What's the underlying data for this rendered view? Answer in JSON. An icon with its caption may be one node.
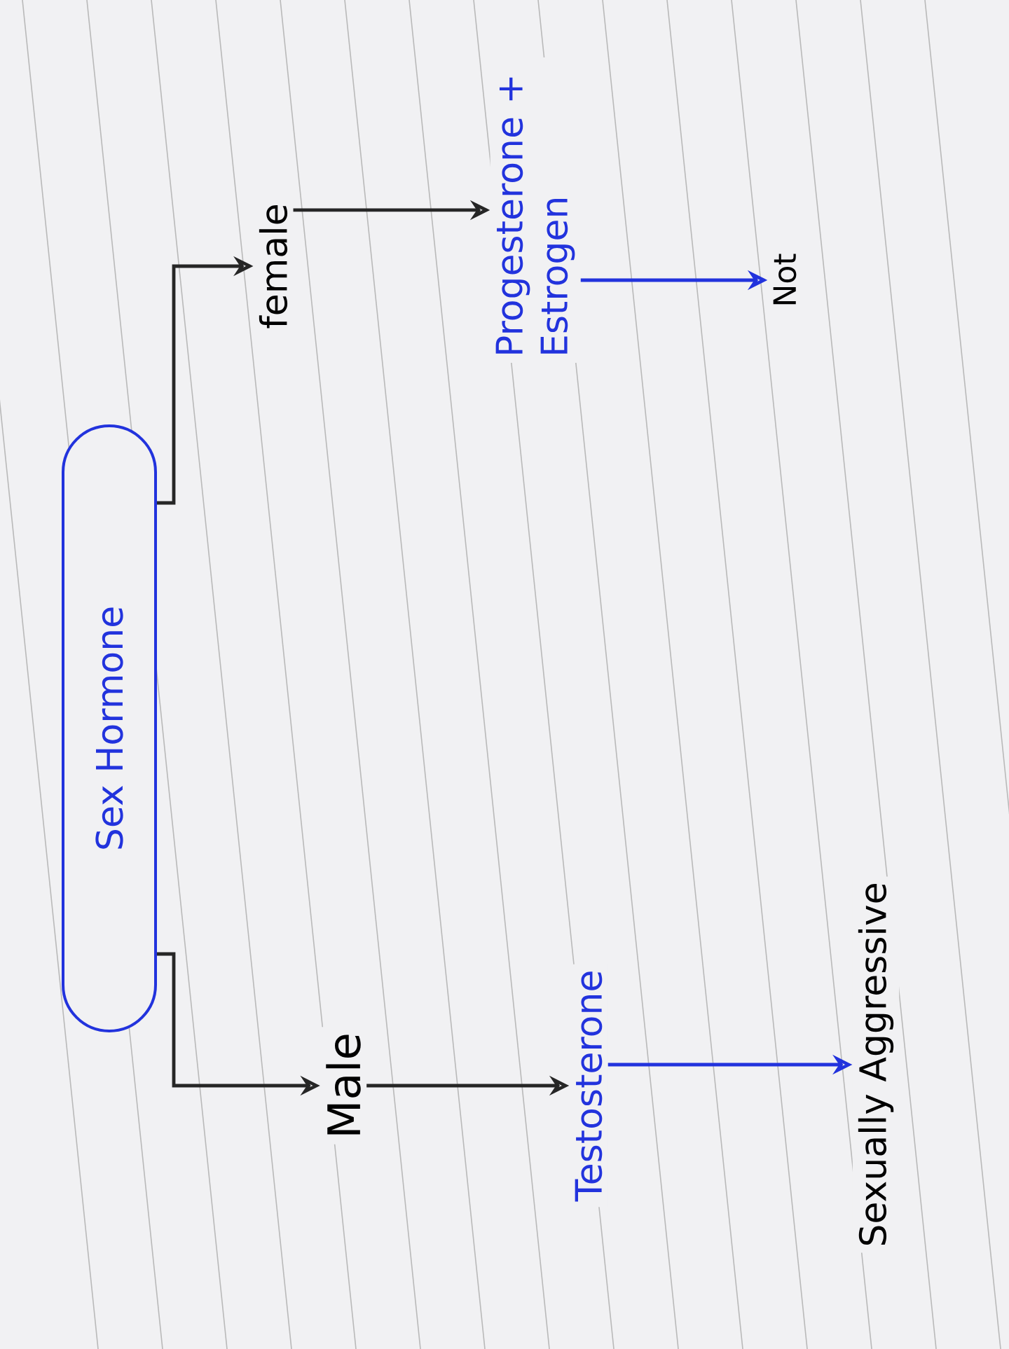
{
  "diagram": {
    "nodes": [
      {
        "text": [
          "Sex Hormone"
        ]
      },
      {
        "text": [
          "Male"
        ]
      },
      {
        "text": [
          "female"
        ]
      },
      {
        "text": [
          "Testosterone"
        ]
      },
      {
        "text": [
          "Progesterone + Estrogen"
        ]
      },
      {
        "text": [
          "Not"
        ]
      },
      {
        "text": [
          "Sexually Aggressive"
        ]
      }
    ],
    "edges": [
      {
        "from": 0,
        "to": 1,
        "arrow": "to"
      },
      {
        "from": 0,
        "to": 2,
        "arrow": "to"
      },
      {
        "from": 1,
        "to": 3,
        "arrow": "to"
      },
      {
        "from": 3,
        "to": 6,
        "arrow": "to",
        "color": "#2233dd"
      },
      {
        "from": 2,
        "to": 4,
        "arrow": "to"
      },
      {
        "from": 4,
        "to": 5,
        "arrow": "to",
        "color": "#2233dd"
      }
    ]
  }
}
